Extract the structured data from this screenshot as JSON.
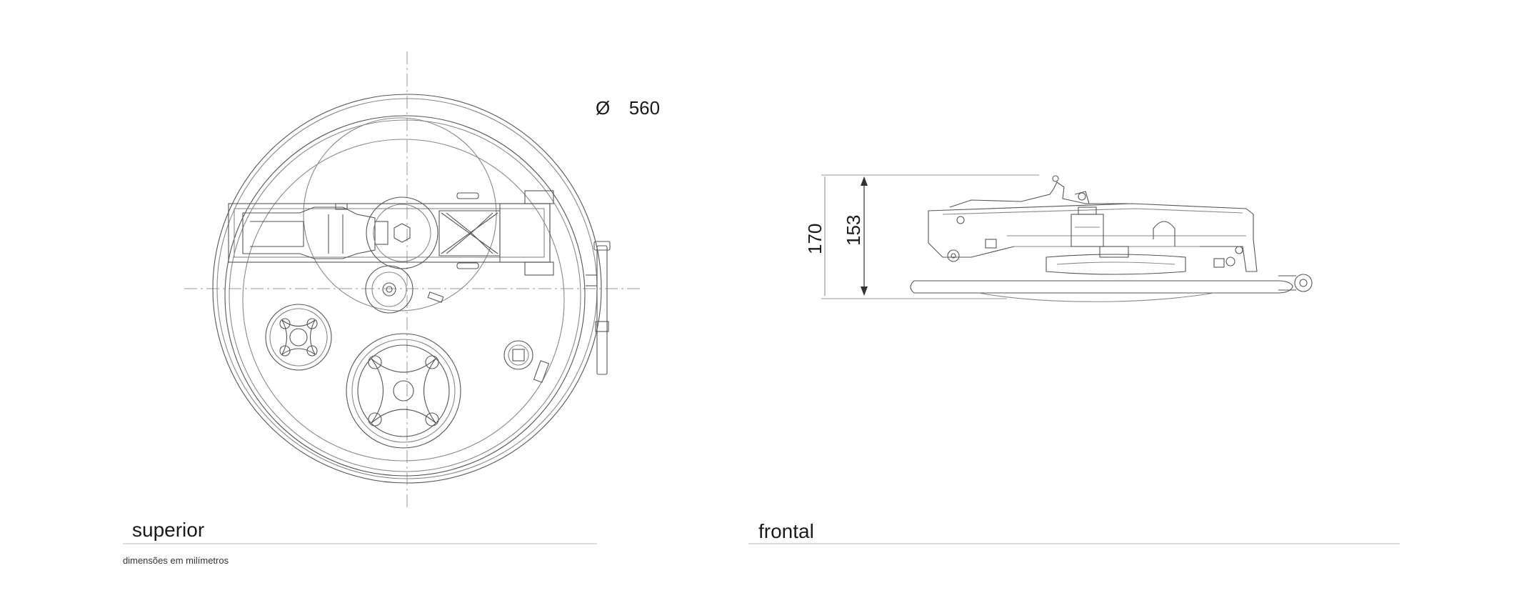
{
  "views": {
    "top": {
      "label": "superior"
    },
    "front": {
      "label": "frontal"
    }
  },
  "dimensions": {
    "diameter_symbol": "Ø",
    "diameter_value": "560",
    "overall_height": "170",
    "body_height": "153"
  },
  "units_note": "dimensões em milímetros",
  "colors": {
    "line": "#555555",
    "light_line": "#9a9a9a",
    "text": "#1a1a1a"
  }
}
